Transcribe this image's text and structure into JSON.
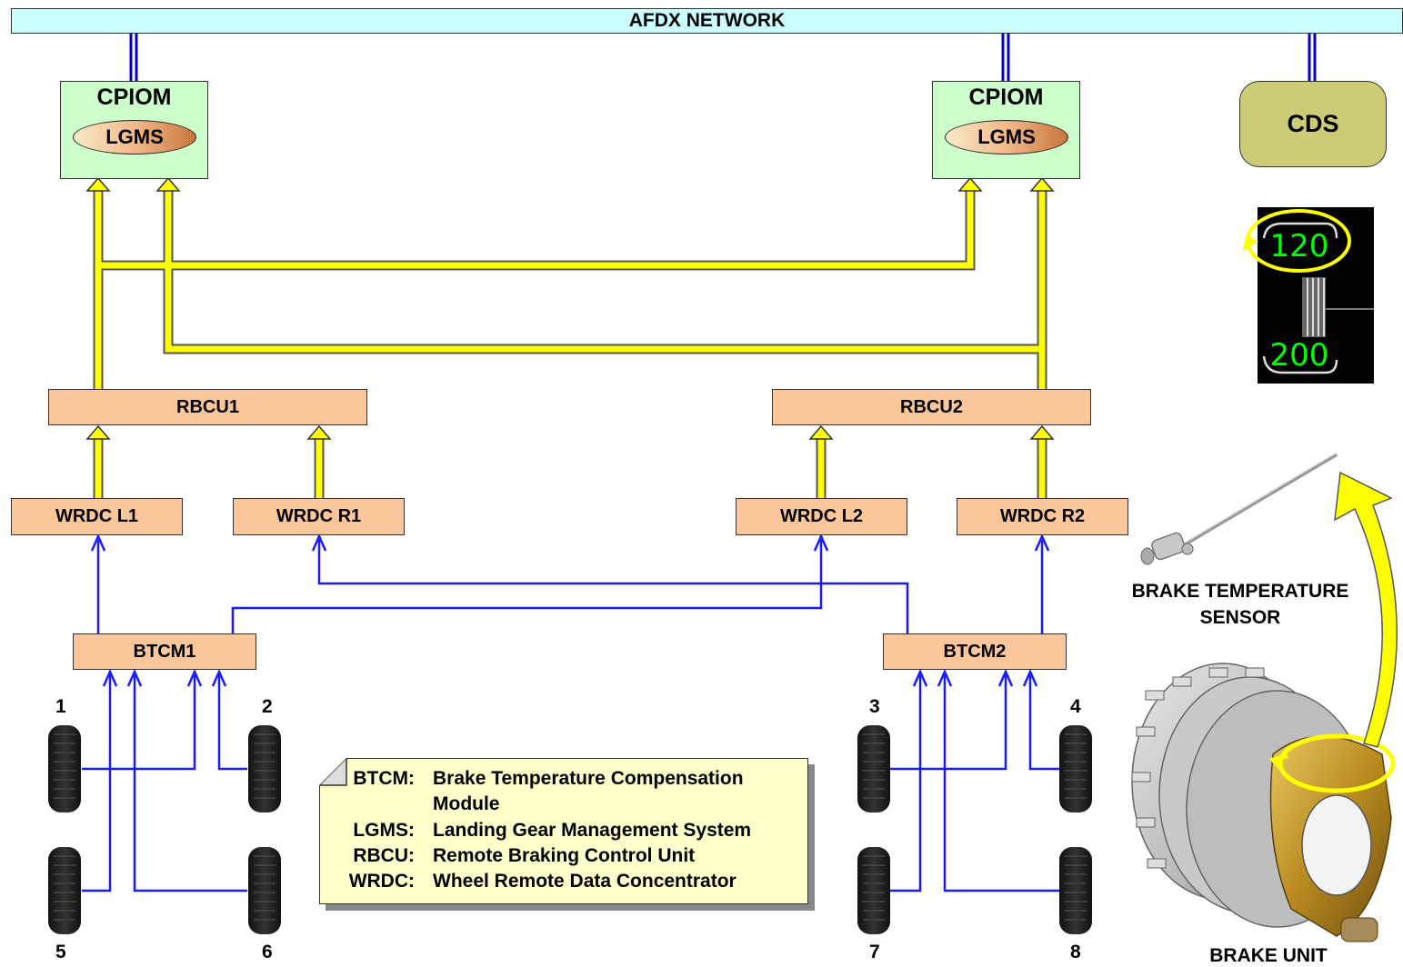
{
  "network": {
    "label": "AFDX NETWORK"
  },
  "cpiom_left": {
    "title": "CPIOM",
    "sub": "LGMS"
  },
  "cpiom_right": {
    "title": "CPIOM",
    "sub": "LGMS"
  },
  "cds": {
    "label": "CDS"
  },
  "rbcu1": {
    "label": "RBCU1"
  },
  "rbcu2": {
    "label": "RBCU2"
  },
  "wrdc_l1": {
    "label": "WRDC L1"
  },
  "wrdc_r1": {
    "label": "WRDC R1"
  },
  "wrdc_l2": {
    "label": "WRDC L2"
  },
  "wrdc_r2": {
    "label": "WRDC R2"
  },
  "btcm1": {
    "label": "BTCM1"
  },
  "btcm2": {
    "label": "BTCM2"
  },
  "wheels": [
    "1",
    "2",
    "5",
    "6",
    "3",
    "4",
    "7",
    "8"
  ],
  "legend": [
    {
      "key": "BTCM:",
      "value": "Brake Temperature Compensation",
      "value2": "Module"
    },
    {
      "key": "LGMS:",
      "value": "Landing Gear Management System"
    },
    {
      "key": "RBCU:",
      "value": "Remote Braking Control Unit"
    },
    {
      "key": "WRDC:",
      "value": "Wheel Remote Data Concentrator"
    }
  ],
  "display": {
    "top_value": "120",
    "bottom_value": "200"
  },
  "sensor_label": {
    "line1": "BRAKE TEMPERATURE",
    "line2": "SENSOR"
  },
  "brake_label": "BRAKE UNIT",
  "colors": {
    "bus_yellow": "#ffff00",
    "wire_blue": "#0000ff",
    "unit_fill": "#fbc79a",
    "cpiom_fill": "#ccffcc",
    "network_fill": "#ccffff",
    "cds_fill": "#cccc77",
    "display_green": "#00ff00"
  }
}
